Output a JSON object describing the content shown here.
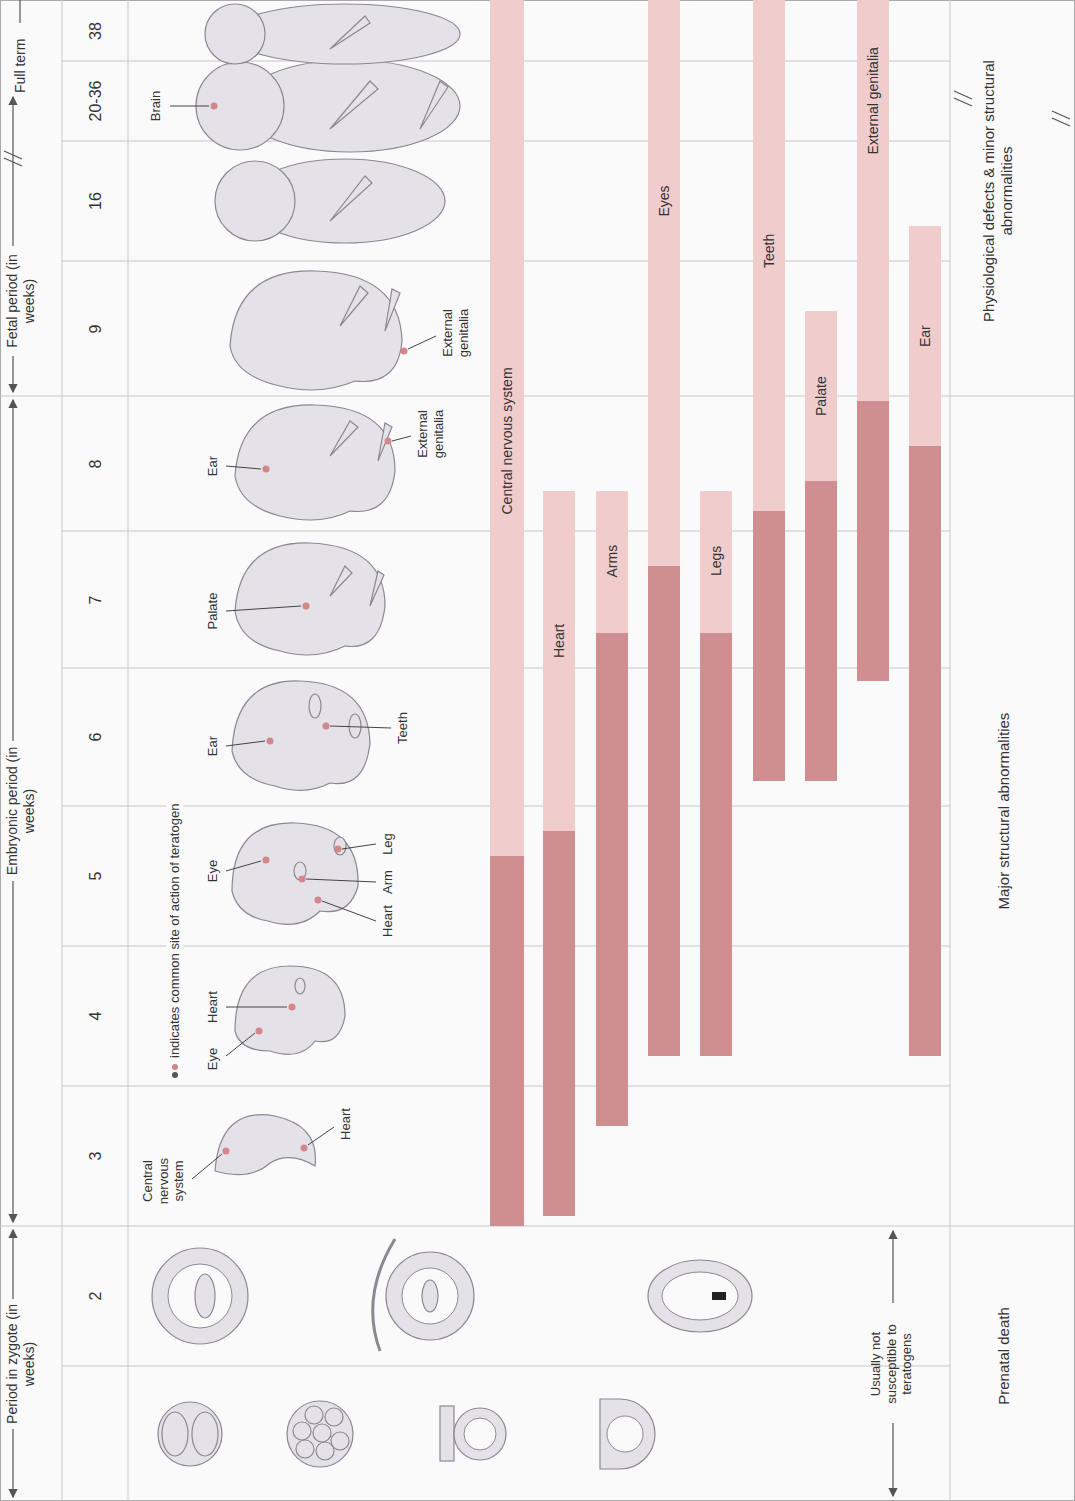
{
  "diagram": {
    "nodes": [
      {
        "text": [
          "Central nervous system"
        ]
      },
      {
        "text": [
          "Heart"
        ]
      },
      {
        "text": [
          "Arms"
        ]
      },
      {
        "text": [
          "Eyes"
        ]
      },
      {
        "text": [
          "Legs"
        ]
      },
      {
        "text": [
          "Teeth"
        ]
      },
      {
        "text": [
          "Palate"
        ]
      },
      {
        "text": [
          "External genitalia"
        ]
      },
      {
        "text": [
          "Ear"
        ]
      }
    ],
    "labels": [
      "Period in zygote (in weeks)",
      "Embryonic period (in weeks)",
      "Fetal period (in weeks)",
      "Full term",
      "2",
      "3",
      "4",
      "5",
      "6",
      "7",
      "8",
      "9",
      "16",
      "20-36",
      "38",
      "Central nervous system",
      "Heart",
      "Eye",
      "Heart",
      "Eye",
      "Heart",
      "Arm",
      "Leg",
      "Ear",
      "Teeth",
      "Palate",
      "Ear",
      "External genitalia",
      "External genitalia",
      "Brain",
      "Usually not susceptible to teratogens",
      "Prenatal death",
      "Major structural abnormalities",
      "Physiological defects & minor structural abnormalities"
    ],
    "legend": [
      {
        "text": "indicates common site of action of teratogen"
      }
    ]
  }
}
